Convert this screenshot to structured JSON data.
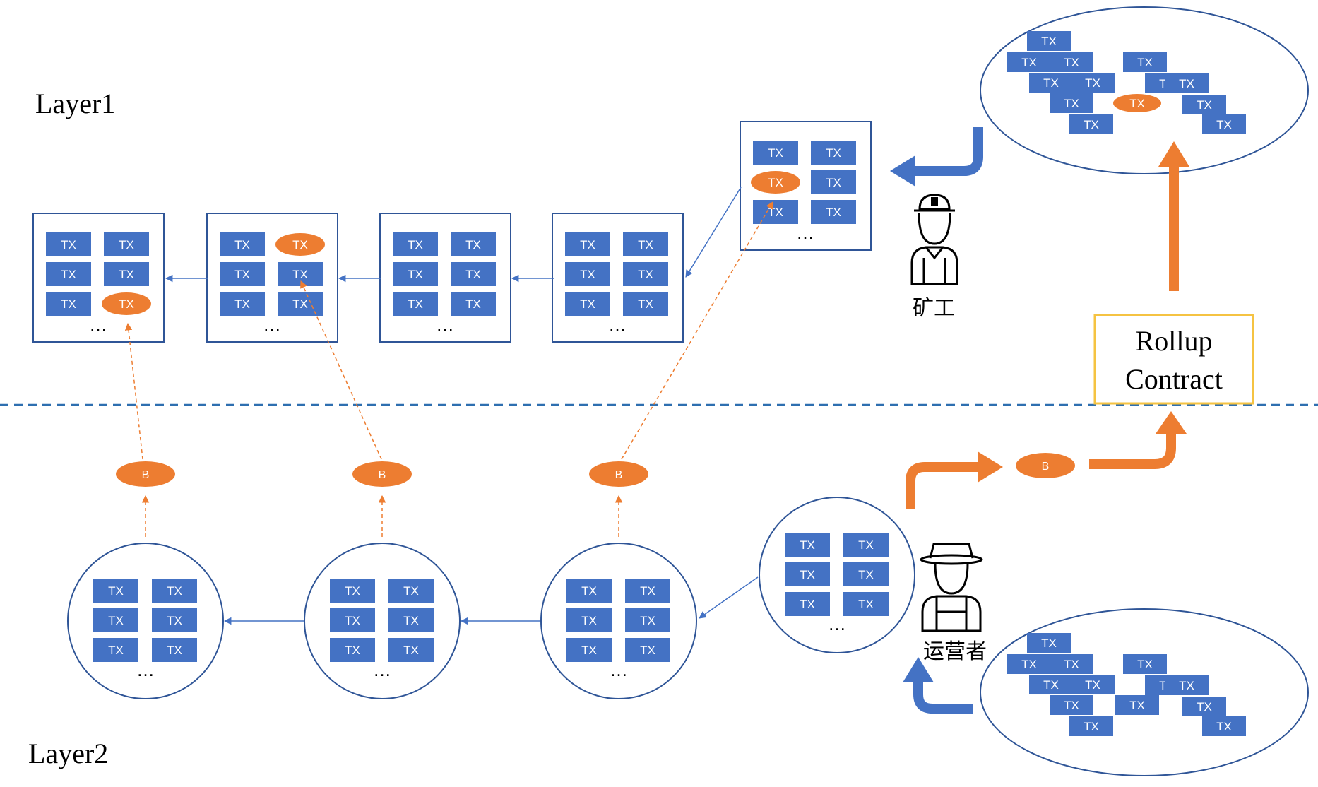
{
  "layer_labels": {
    "layer1": "Layer1",
    "layer2": "Layer2"
  },
  "tx_label": "TX",
  "batch_label": "B",
  "ellipsis": "…",
  "rollup_contract": {
    "line1": "Rollup",
    "line2": "Contract"
  },
  "actors": {
    "miner": "矿工",
    "operator": "运营者"
  },
  "colors": {
    "tx_fill": "#4472c4",
    "highlight": "#ed7d31",
    "outline": "#2f5597",
    "contract_border": "#f5c342",
    "text": "#000000"
  }
}
